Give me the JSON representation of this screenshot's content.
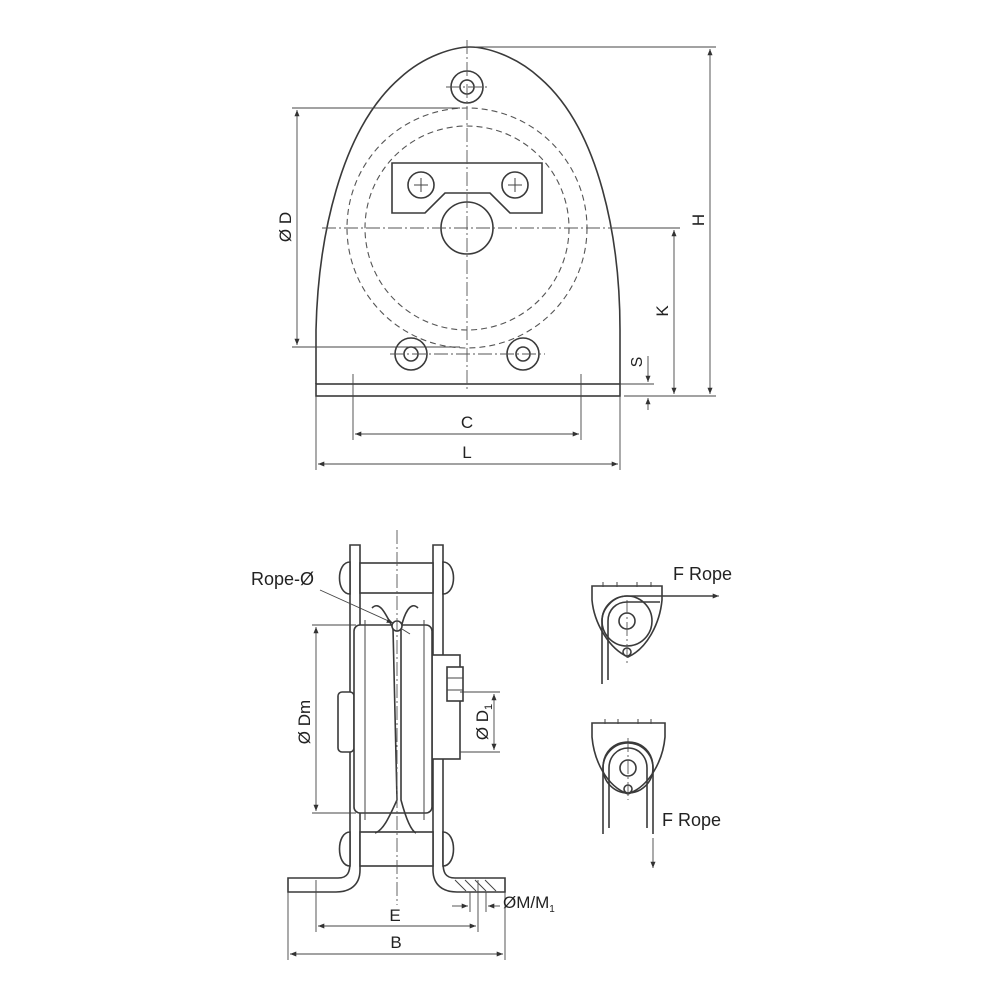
{
  "labels": {
    "dia_D": "Ø D",
    "H": "H",
    "K": "K",
    "S": "S",
    "C": "C",
    "L": "L",
    "rope_dia": "Rope-Ø",
    "dia_Dm": "Ø Dm",
    "dia_D1": "Ø D",
    "dia_D1_sub": "1",
    "E": "E",
    "B": "B",
    "dia_M": "ØM/M",
    "dia_M_sub": "1",
    "f_rope_top": "F Rope",
    "f_rope_bottom": "F Rope"
  }
}
